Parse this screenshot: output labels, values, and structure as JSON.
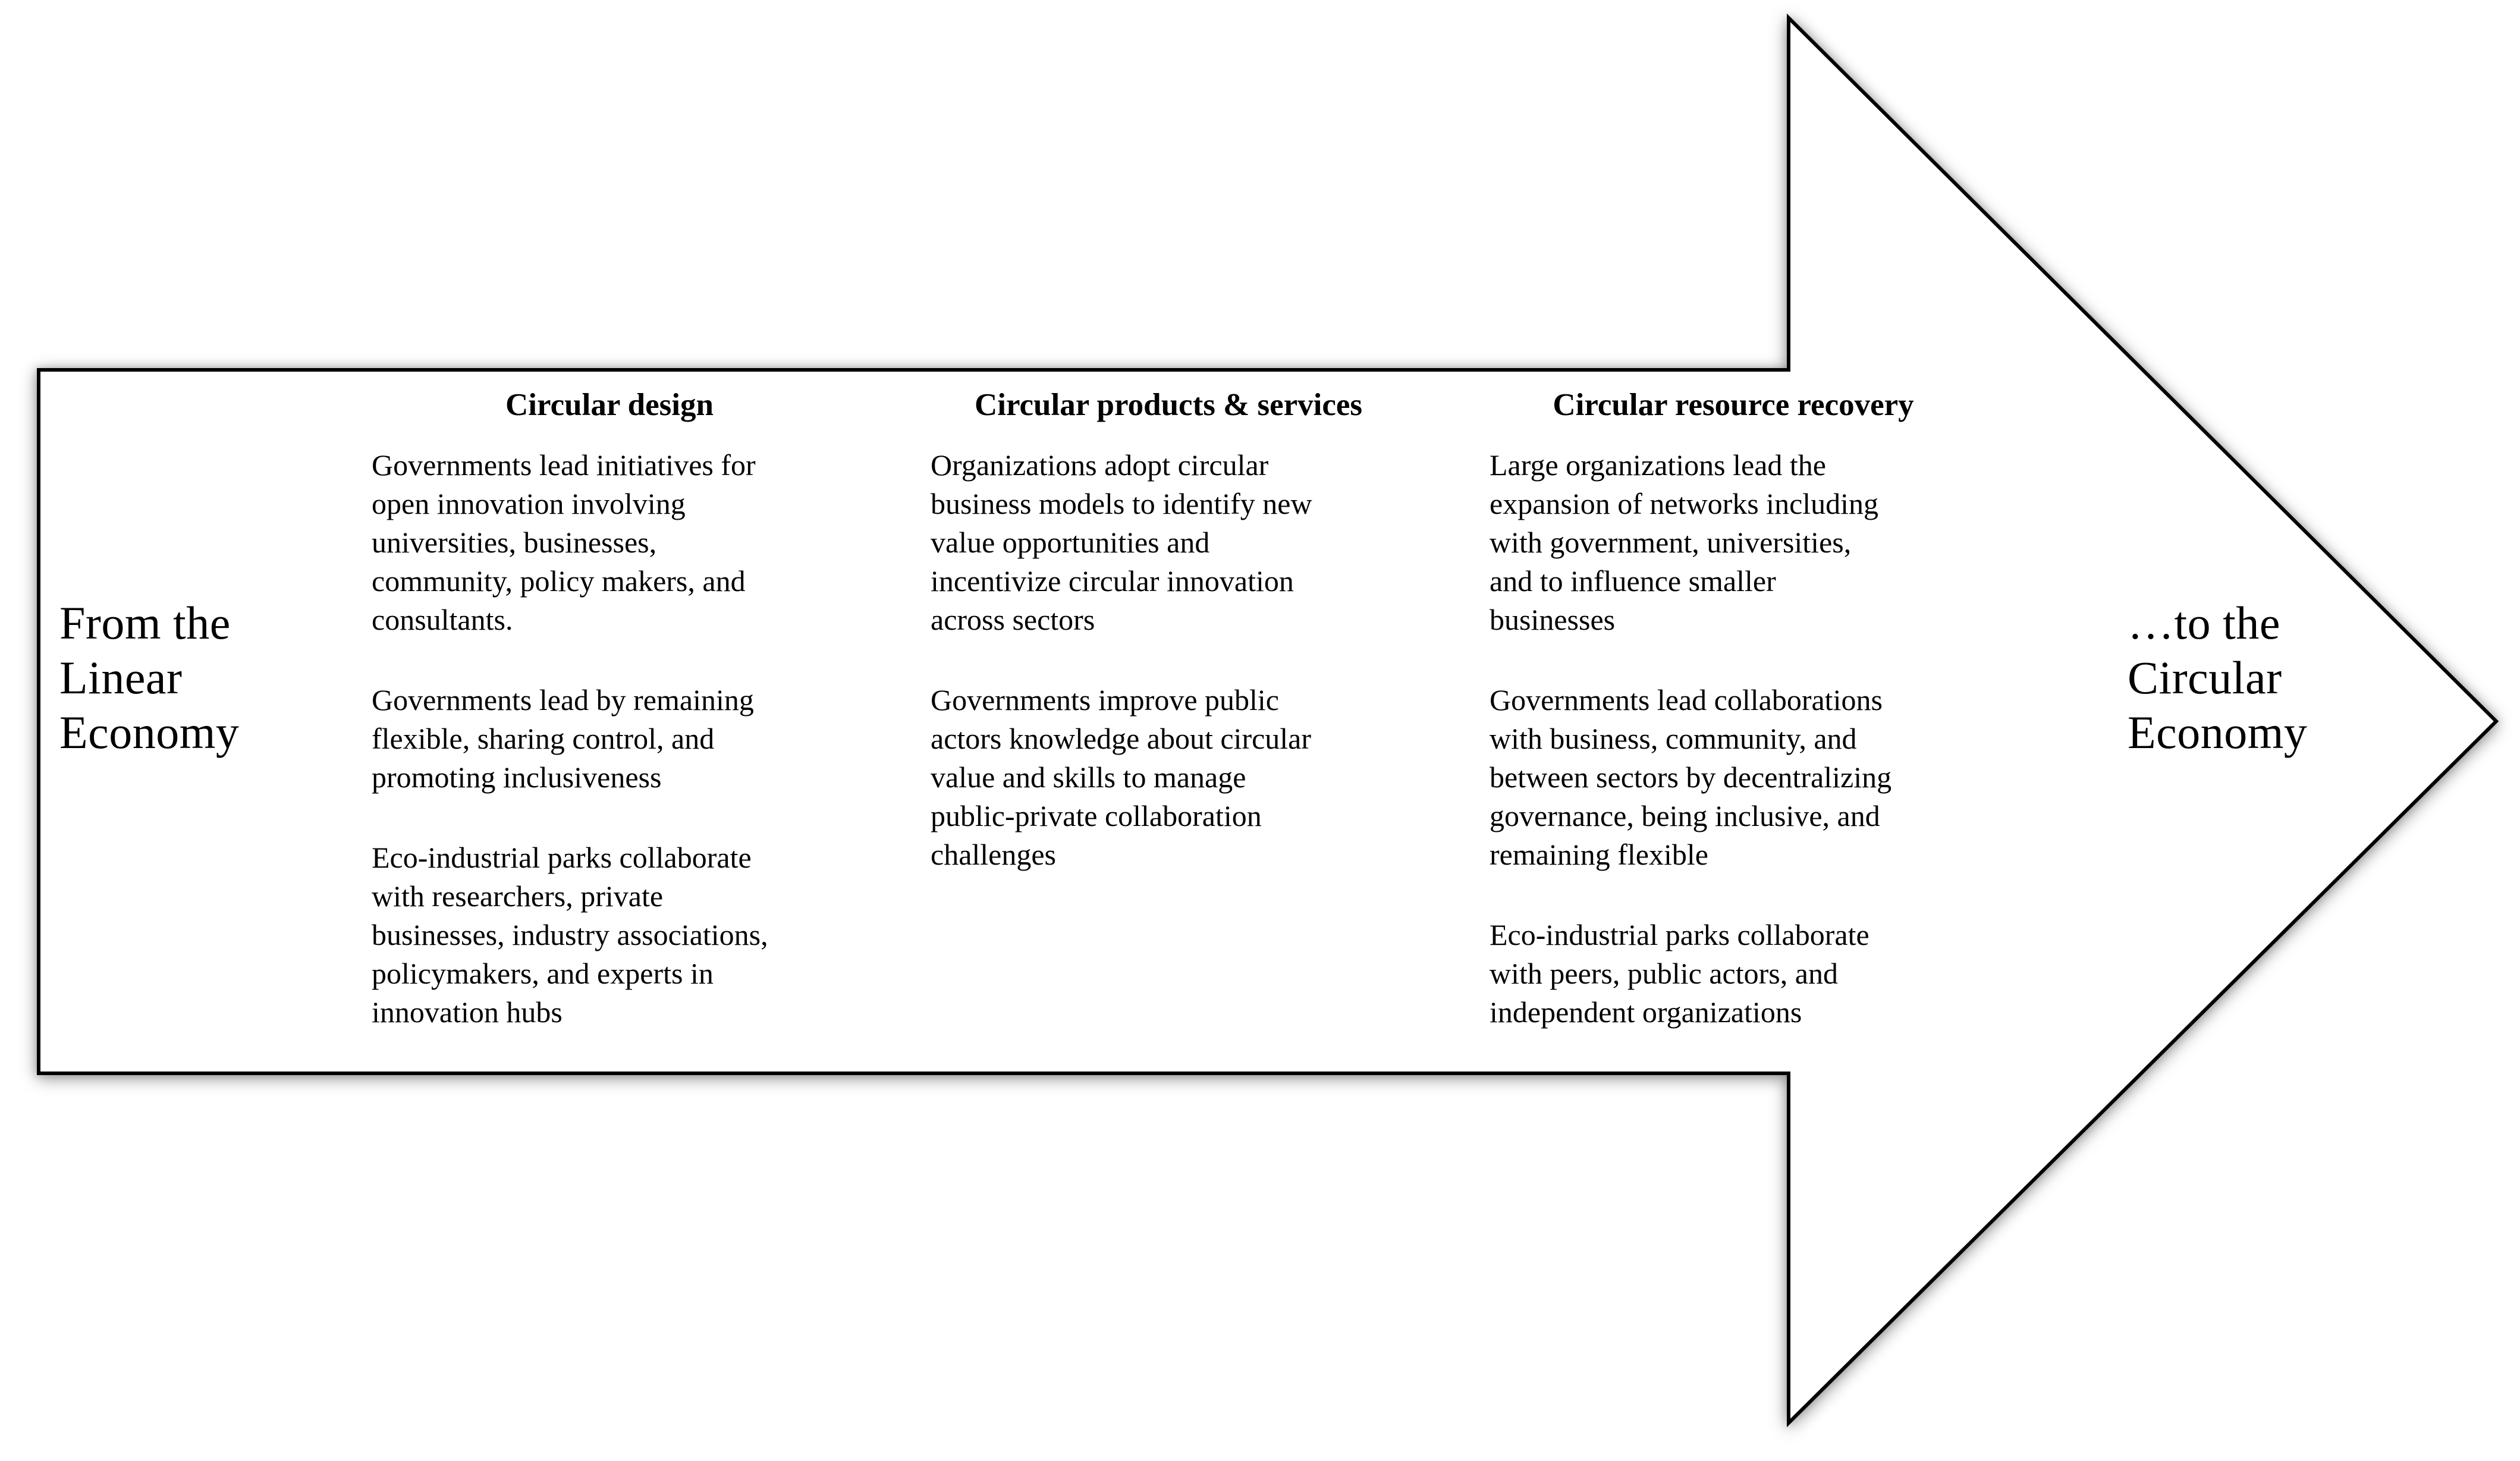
{
  "figure": {
    "left_label": "From the\nLinear\nEconomy",
    "right_label": "…to the\nCircular\nEconomy",
    "columns": [
      {
        "header": "Circular design",
        "bullets": [
          "Governments lead initiatives for\nopen innovation involving\nuniversities, businesses,\ncommunity, policy makers, and\nconsultants.",
          "Governments lead by remaining\nflexible, sharing control, and\npromoting inclusiveness",
          "Eco-industrial parks collaborate\nwith researchers, private\nbusinesses, industry associations,\npolicymakers, and experts in\ninnovation hubs"
        ]
      },
      {
        "header": "Circular products & services",
        "bullets": [
          "Organizations adopt circular\nbusiness models to identify new\nvalue opportunities and\nincentivize circular innovation\nacross sectors",
          "Governments improve public\nactors knowledge about circular\nvalue and skills to manage\npublic-private collaboration\nchallenges"
        ]
      },
      {
        "header": "Circular resource recovery",
        "bullets": [
          "Large organizations lead the\nexpansion of networks including\nwith government, universities,\nand to influence smaller\nbusinesses",
          "Governments lead collaborations\nwith business, community, and\nbetween sectors by decentralizing\ngovernance, being inclusive, and\nremaining flexible",
          "Eco-industrial parks collaborate\nwith peers, public actors, and\nindependent organizations"
        ]
      }
    ],
    "colors": {
      "outline": "#000000",
      "background": "#ffffff",
      "text": "#000000"
    }
  }
}
